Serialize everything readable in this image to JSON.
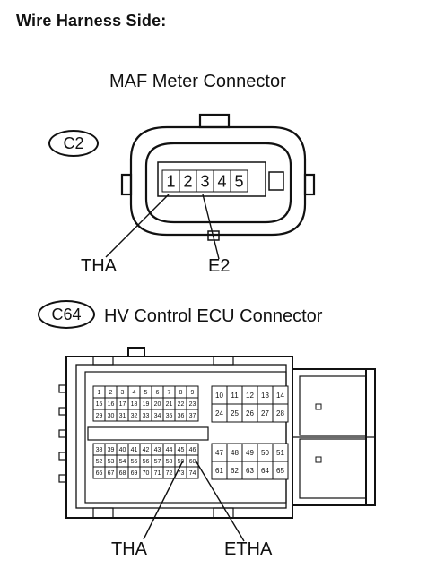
{
  "header": "Wire Harness Side:",
  "maf": {
    "title": "MAF Meter Connector",
    "code": "C2",
    "pins": [
      "1",
      "2",
      "3",
      "4",
      "5"
    ],
    "labels": {
      "left": "THA",
      "right": "E2"
    }
  },
  "ecu": {
    "title": "HV Control ECU Connector",
    "code": "C64",
    "blocks": [
      {
        "rows": [
          [
            "1",
            "2",
            "3",
            "4",
            "5",
            "6",
            "7",
            "8",
            "9"
          ],
          [
            "15",
            "16",
            "17",
            "18",
            "19",
            "20",
            "21",
            "22",
            "23"
          ],
          [
            "29",
            "30",
            "31",
            "32",
            "33",
            "34",
            "35",
            "36",
            "37"
          ]
        ]
      },
      {
        "rows": [
          [
            "10",
            "11",
            "12",
            "13",
            "14"
          ],
          [
            "24",
            "25",
            "26",
            "27",
            "28"
          ]
        ]
      },
      {
        "rows": [
          [
            "38",
            "39",
            "40",
            "41",
            "42",
            "43",
            "44",
            "45",
            "46"
          ],
          [
            "52",
            "53",
            "54",
            "55",
            "56",
            "57",
            "58",
            "59",
            "60"
          ],
          [
            "66",
            "67",
            "68",
            "69",
            "70",
            "71",
            "72",
            "73",
            "74"
          ]
        ]
      },
      {
        "rows": [
          [
            "47",
            "48",
            "49",
            "50",
            "51"
          ],
          [
            "61",
            "62",
            "63",
            "64",
            "65"
          ]
        ]
      }
    ],
    "labels": {
      "left": "THA",
      "right": "ETHA"
    }
  }
}
